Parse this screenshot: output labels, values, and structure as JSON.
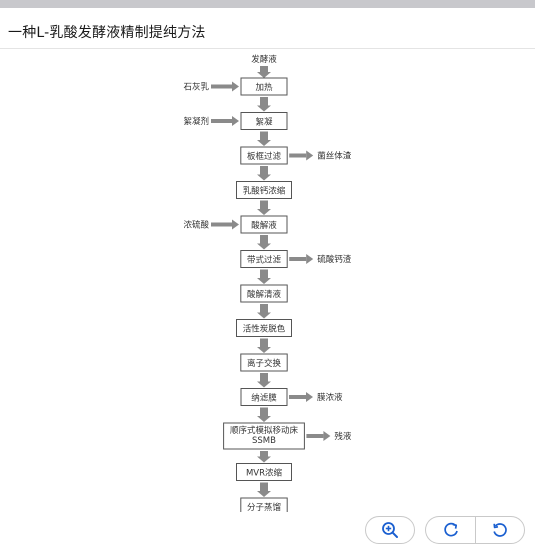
{
  "page": {
    "title": "一种L-乳酸发酵液精制提纯方法"
  },
  "flowchart": {
    "start_label": "发酵液",
    "steps": [
      "加热",
      "絮凝",
      "板框过滤",
      "乳酸钙浓缩",
      "酸解液",
      "带式过滤",
      "酸解清液",
      "活性炭脱色",
      "离子交换",
      "纳滤膜",
      "顺序式模拟移动床\nSSMB",
      "MVR浓缩",
      "分子蒸馏"
    ],
    "inputs": [
      {
        "step": 0,
        "label": "石灰乳"
      },
      {
        "step": 1,
        "label": "絮凝剂"
      },
      {
        "step": 4,
        "label": "浓硫酸"
      }
    ],
    "outputs": [
      {
        "step": 2,
        "label": "菌丝体渣"
      },
      {
        "step": 5,
        "label": "硫酸钙渣"
      },
      {
        "step": 9,
        "label": "膜浓液"
      },
      {
        "step": 10,
        "label": "残液"
      }
    ]
  },
  "toolbar": {
    "zoom_icon": "zoom-in-icon",
    "rotate_right_icon": "rotate-clockwise-icon",
    "rotate_left_icon": "rotate-counterclockwise-icon",
    "accent": "#1a5fd0"
  }
}
